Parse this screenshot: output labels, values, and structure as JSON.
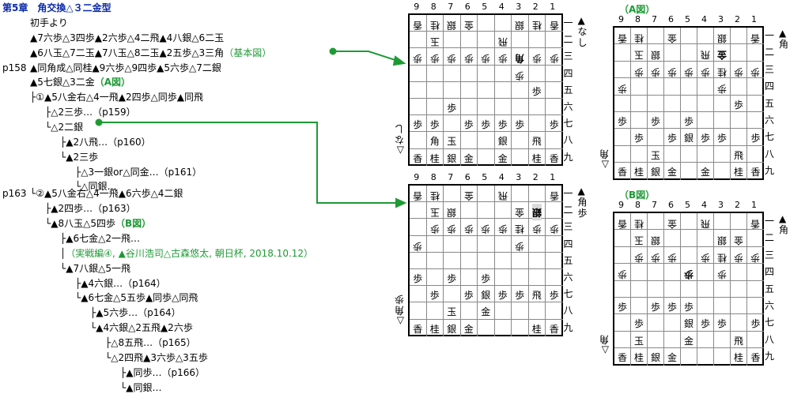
{
  "chapter_title": "第5章　角交換△３二金型",
  "intro": "初手より",
  "moves_line1": "▲7六歩△3四歩▲2六歩△4二飛▲4八銀△6二玉",
  "moves_line2a": "▲6八玉△7二玉▲7八玉△8二玉▲2五歩△3三角",
  "moves_line2b": "（基本図）",
  "page_p158": "p158",
  "moves_line3": "▲同角成△同桂▲9六歩△9四歩▲5六歩△7二銀",
  "moves_line4a": "▲5七銀△3二金",
  "moves_line4b": "（A図）",
  "tree_lines": [
    {
      "indent": 0,
      "text": "├①▲5八金右△4一飛▲2四歩△同歩▲同飛"
    },
    {
      "indent": 1,
      "text": "├△2三歩…（p159）"
    },
    {
      "indent": 1,
      "text": "└△2二銀"
    },
    {
      "indent": 2,
      "text": "├▲2八飛…（p160）"
    },
    {
      "indent": 2,
      "text": "└▲2三歩"
    },
    {
      "indent": 3,
      "text": "├△3一銀or△同金…（p161）"
    },
    {
      "indent": 3,
      "text": "└△同銀…"
    }
  ],
  "page_p163": "p163",
  "branch2": "└②▲5八金右△4一飛▲6六歩△4二銀",
  "tree_lines2": [
    {
      "indent": 1,
      "text": "├▲2四歩…（p163）"
    },
    {
      "indent": 1,
      "text": "└▲8八玉△5四歩",
      "suffix": "（B図）"
    },
    {
      "indent": 2,
      "text": "├▲6七金△2一飛…"
    },
    {
      "indent": 2,
      "text": "│",
      "green": "（実戦編④, ▲谷川浩司△古森悠太, 朝日杯, 2018.10.12）"
    },
    {
      "indent": 2,
      "text": "└▲7八銀△5一飛"
    },
    {
      "indent": 3,
      "text": "├▲4六銀…（p164）"
    },
    {
      "indent": 3,
      "text": "└▲6七金△5五歩▲同歩△同飛"
    },
    {
      "indent": 4,
      "text": "├▲5六歩…（p164）"
    },
    {
      "indent": 4,
      "text": "└▲4六銀△2五飛▲2六歩"
    },
    {
      "indent": 5,
      "text": "├△8五飛…（p165）"
    },
    {
      "indent": 5,
      "text": "└△2四飛▲3六歩△3五歩"
    },
    {
      "indent": 6,
      "text": "├▲同歩…（p166）"
    },
    {
      "indent": 6,
      "text": "└▲同銀…"
    }
  ],
  "files": [
    "9",
    "8",
    "7",
    "6",
    "5",
    "4",
    "3",
    "2",
    "1"
  ],
  "ranks": [
    "一",
    "二",
    "三",
    "四",
    "五",
    "六",
    "七",
    "八",
    "九"
  ],
  "boards": [
    {
      "label": "",
      "black_hand": "▲なし",
      "white_hand": "△なし",
      "pieces": [
        {
          "f": 9,
          "r": 1,
          "p": "香",
          "w": true
        },
        {
          "f": 8,
          "r": 1,
          "p": "桂",
          "w": true
        },
        {
          "f": 7,
          "r": 1,
          "p": "銀",
          "w": true
        },
        {
          "f": 6,
          "r": 1,
          "p": "金",
          "w": true
        },
        {
          "f": 3,
          "r": 1,
          "p": "銀",
          "w": true
        },
        {
          "f": 2,
          "r": 1,
          "p": "桂",
          "w": true
        },
        {
          "f": 1,
          "r": 1,
          "p": "香",
          "w": true
        },
        {
          "f": 8,
          "r": 2,
          "p": "玉",
          "w": true
        },
        {
          "f": 4,
          "r": 2,
          "p": "飛",
          "w": true
        },
        {
          "f": 9,
          "r": 3,
          "p": "歩",
          "w": true
        },
        {
          "f": 8,
          "r": 3,
          "p": "歩",
          "w": true
        },
        {
          "f": 7,
          "r": 3,
          "p": "歩",
          "w": true
        },
        {
          "f": 6,
          "r": 3,
          "p": "歩",
          "w": true
        },
        {
          "f": 5,
          "r": 3,
          "p": "歩",
          "w": true
        },
        {
          "f": 4,
          "r": 3,
          "p": "歩",
          "w": true
        },
        {
          "f": 3,
          "r": 3,
          "p": "角",
          "w": true,
          "bold": true
        },
        {
          "f": 2,
          "r": 3,
          "p": "歩",
          "w": true
        },
        {
          "f": 1,
          "r": 3,
          "p": "歩",
          "w": true
        },
        {
          "f": 3,
          "r": 4,
          "p": "歩",
          "w": true
        },
        {
          "f": 2,
          "r": 5,
          "p": "歩",
          "w": false
        },
        {
          "f": 7,
          "r": 6,
          "p": "歩",
          "w": false
        },
        {
          "f": 9,
          "r": 7,
          "p": "歩",
          "w": false
        },
        {
          "f": 8,
          "r": 7,
          "p": "歩",
          "w": false
        },
        {
          "f": 6,
          "r": 7,
          "p": "歩",
          "w": false
        },
        {
          "f": 5,
          "r": 7,
          "p": "歩",
          "w": false
        },
        {
          "f": 4,
          "r": 7,
          "p": "歩",
          "w": false
        },
        {
          "f": 3,
          "r": 7,
          "p": "歩",
          "w": false
        },
        {
          "f": 1,
          "r": 7,
          "p": "歩",
          "w": false
        },
        {
          "f": 8,
          "r": 8,
          "p": "角",
          "w": false
        },
        {
          "f": 7,
          "r": 8,
          "p": "玉",
          "w": false
        },
        {
          "f": 4,
          "r": 8,
          "p": "銀",
          "w": false
        },
        {
          "f": 2,
          "r": 8,
          "p": "飛",
          "w": false
        },
        {
          "f": 9,
          "r": 9,
          "p": "香",
          "w": false
        },
        {
          "f": 8,
          "r": 9,
          "p": "桂",
          "w": false
        },
        {
          "f": 7,
          "r": 9,
          "p": "銀",
          "w": false
        },
        {
          "f": 6,
          "r": 9,
          "p": "金",
          "w": false
        },
        {
          "f": 4,
          "r": 9,
          "p": "金",
          "w": false
        },
        {
          "f": 2,
          "r": 9,
          "p": "桂",
          "w": false
        },
        {
          "f": 1,
          "r": 9,
          "p": "香",
          "w": false
        }
      ]
    },
    {
      "label": "（A図）",
      "black_hand": "▲角",
      "white_hand": "△角",
      "pieces": [
        {
          "f": 9,
          "r": 1,
          "p": "香",
          "w": true
        },
        {
          "f": 8,
          "r": 1,
          "p": "桂",
          "w": true
        },
        {
          "f": 6,
          "r": 1,
          "p": "金",
          "w": true
        },
        {
          "f": 3,
          "r": 1,
          "p": "銀",
          "w": true
        },
        {
          "f": 1,
          "r": 1,
          "p": "香",
          "w": true
        },
        {
          "f": 8,
          "r": 2,
          "p": "玉",
          "w": true
        },
        {
          "f": 7,
          "r": 2,
          "p": "銀",
          "w": true
        },
        {
          "f": 4,
          "r": 2,
          "p": "飛",
          "w": true
        },
        {
          "f": 3,
          "r": 2,
          "p": "金",
          "w": true,
          "bold": true
        },
        {
          "f": 8,
          "r": 3,
          "p": "歩",
          "w": true
        },
        {
          "f": 7,
          "r": 3,
          "p": "歩",
          "w": true
        },
        {
          "f": 6,
          "r": 3,
          "p": "歩",
          "w": true
        },
        {
          "f": 5,
          "r": 3,
          "p": "歩",
          "w": true
        },
        {
          "f": 4,
          "r": 3,
          "p": "歩",
          "w": true
        },
        {
          "f": 3,
          "r": 3,
          "p": "桂",
          "w": true
        },
        {
          "f": 2,
          "r": 3,
          "p": "歩",
          "w": true
        },
        {
          "f": 1,
          "r": 3,
          "p": "歩",
          "w": true
        },
        {
          "f": 9,
          "r": 4,
          "p": "歩",
          "w": true
        },
        {
          "f": 3,
          "r": 4,
          "p": "歩",
          "w": true
        },
        {
          "f": 2,
          "r": 5,
          "p": "歩",
          "w": false
        },
        {
          "f": 9,
          "r": 6,
          "p": "歩",
          "w": false
        },
        {
          "f": 7,
          "r": 6,
          "p": "歩",
          "w": false
        },
        {
          "f": 5,
          "r": 6,
          "p": "歩",
          "w": false
        },
        {
          "f": 8,
          "r": 7,
          "p": "歩",
          "w": false
        },
        {
          "f": 6,
          "r": 7,
          "p": "歩",
          "w": false
        },
        {
          "f": 5,
          "r": 7,
          "p": "銀",
          "w": false
        },
        {
          "f": 4,
          "r": 7,
          "p": "歩",
          "w": false
        },
        {
          "f": 3,
          "r": 7,
          "p": "歩",
          "w": false
        },
        {
          "f": 1,
          "r": 7,
          "p": "歩",
          "w": false
        },
        {
          "f": 7,
          "r": 8,
          "p": "玉",
          "w": false
        },
        {
          "f": 2,
          "r": 8,
          "p": "飛",
          "w": false
        },
        {
          "f": 9,
          "r": 9,
          "p": "香",
          "w": false
        },
        {
          "f": 8,
          "r": 9,
          "p": "桂",
          "w": false
        },
        {
          "f": 7,
          "r": 9,
          "p": "銀",
          "w": false
        },
        {
          "f": 6,
          "r": 9,
          "p": "金",
          "w": false
        },
        {
          "f": 4,
          "r": 9,
          "p": "金",
          "w": false
        },
        {
          "f": 2,
          "r": 9,
          "p": "桂",
          "w": false
        },
        {
          "f": 1,
          "r": 9,
          "p": "香",
          "w": false
        }
      ]
    },
    {
      "label": "",
      "black_hand": "▲角歩",
      "white_hand": "△角歩",
      "pieces": [
        {
          "f": 9,
          "r": 1,
          "p": "香",
          "w": true
        },
        {
          "f": 8,
          "r": 1,
          "p": "桂",
          "w": true
        },
        {
          "f": 6,
          "r": 1,
          "p": "金",
          "w": true
        },
        {
          "f": 4,
          "r": 1,
          "p": "飛",
          "w": true
        },
        {
          "f": 1,
          "r": 1,
          "p": "香",
          "w": true
        },
        {
          "f": 8,
          "r": 2,
          "p": "玉",
          "w": true
        },
        {
          "f": 7,
          "r": 2,
          "p": "銀",
          "w": true
        },
        {
          "f": 3,
          "r": 2,
          "p": "金",
          "w": true
        },
        {
          "f": 2,
          "r": 2,
          "p": "銀",
          "w": true,
          "bold": true,
          "hl": true
        },
        {
          "f": 8,
          "r": 3,
          "p": "歩",
          "w": true
        },
        {
          "f": 7,
          "r": 3,
          "p": "歩",
          "w": true
        },
        {
          "f": 6,
          "r": 3,
          "p": "歩",
          "w": true
        },
        {
          "f": 5,
          "r": 3,
          "p": "歩",
          "w": true
        },
        {
          "f": 4,
          "r": 3,
          "p": "歩",
          "w": true
        },
        {
          "f": 3,
          "r": 3,
          "p": "桂",
          "w": true
        },
        {
          "f": 2,
          "r": 3,
          "p": "歩",
          "w": true
        },
        {
          "f": 1,
          "r": 3,
          "p": "歩",
          "w": true
        },
        {
          "f": 9,
          "r": 4,
          "p": "歩",
          "w": true
        },
        {
          "f": 3,
          "r": 4,
          "p": "歩",
          "w": true
        },
        {
          "f": 9,
          "r": 6,
          "p": "歩",
          "w": false
        },
        {
          "f": 7,
          "r": 6,
          "p": "歩",
          "w": false
        },
        {
          "f": 5,
          "r": 6,
          "p": "歩",
          "w": false
        },
        {
          "f": 8,
          "r": 7,
          "p": "歩",
          "w": false
        },
        {
          "f": 6,
          "r": 7,
          "p": "歩",
          "w": false
        },
        {
          "f": 5,
          "r": 7,
          "p": "銀",
          "w": false
        },
        {
          "f": 4,
          "r": 7,
          "p": "歩",
          "w": false
        },
        {
          "f": 3,
          "r": 7,
          "p": "歩",
          "w": false
        },
        {
          "f": 2,
          "r": 7,
          "p": "飛",
          "w": false
        },
        {
          "f": 1,
          "r": 7,
          "p": "歩",
          "w": false
        },
        {
          "f": 7,
          "r": 8,
          "p": "玉",
          "w": false
        },
        {
          "f": 5,
          "r": 8,
          "p": "金",
          "w": false
        },
        {
          "f": 9,
          "r": 9,
          "p": "香",
          "w": false
        },
        {
          "f": 8,
          "r": 9,
          "p": "桂",
          "w": false
        },
        {
          "f": 7,
          "r": 9,
          "p": "銀",
          "w": false
        },
        {
          "f": 6,
          "r": 9,
          "p": "金",
          "w": false
        },
        {
          "f": 2,
          "r": 9,
          "p": "桂",
          "w": false
        },
        {
          "f": 1,
          "r": 9,
          "p": "香",
          "w": false
        }
      ]
    },
    {
      "label": "（B図）",
      "black_hand": "▲角",
      "white_hand": "△角",
      "pieces": [
        {
          "f": 9,
          "r": 1,
          "p": "香",
          "w": true
        },
        {
          "f": 8,
          "r": 1,
          "p": "桂",
          "w": true
        },
        {
          "f": 6,
          "r": 1,
          "p": "金",
          "w": true
        },
        {
          "f": 4,
          "r": 1,
          "p": "飛",
          "w": true
        },
        {
          "f": 1,
          "r": 1,
          "p": "香",
          "w": true
        },
        {
          "f": 8,
          "r": 2,
          "p": "玉",
          "w": true
        },
        {
          "f": 7,
          "r": 2,
          "p": "銀",
          "w": true
        },
        {
          "f": 3,
          "r": 2,
          "p": "銀",
          "w": true
        },
        {
          "f": 2,
          "r": 2,
          "p": "金",
          "w": true
        },
        {
          "f": 8,
          "r": 3,
          "p": "歩",
          "w": true
        },
        {
          "f": 7,
          "r": 3,
          "p": "歩",
          "w": true
        },
        {
          "f": 6,
          "r": 3,
          "p": "歩",
          "w": true
        },
        {
          "f": 4,
          "r": 3,
          "p": "歩",
          "w": true
        },
        {
          "f": 3,
          "r": 3,
          "p": "桂",
          "w": true
        },
        {
          "f": 2,
          "r": 3,
          "p": "歩",
          "w": true
        },
        {
          "f": 1,
          "r": 3,
          "p": "歩",
          "w": true
        },
        {
          "f": 9,
          "r": 4,
          "p": "歩",
          "w": true
        },
        {
          "f": 5,
          "r": 4,
          "p": "歩",
          "w": true,
          "bold": true
        },
        {
          "f": 3,
          "r": 4,
          "p": "歩",
          "w": true
        },
        {
          "f": 9,
          "r": 6,
          "p": "歩",
          "w": false
        },
        {
          "f": 7,
          "r": 6,
          "p": "歩",
          "w": false
        },
        {
          "f": 6,
          "r": 6,
          "p": "歩",
          "w": false
        },
        {
          "f": 5,
          "r": 6,
          "p": "歩",
          "w": false
        },
        {
          "f": 8,
          "r": 7,
          "p": "歩",
          "w": false
        },
        {
          "f": 5,
          "r": 7,
          "p": "銀",
          "w": false
        },
        {
          "f": 4,
          "r": 7,
          "p": "歩",
          "w": false
        },
        {
          "f": 3,
          "r": 7,
          "p": "歩",
          "w": false
        },
        {
          "f": 1,
          "r": 7,
          "p": "歩",
          "w": false
        },
        {
          "f": 8,
          "r": 8,
          "p": "玉",
          "w": false
        },
        {
          "f": 5,
          "r": 8,
          "p": "金",
          "w": false
        },
        {
          "f": 2,
          "r": 8,
          "p": "飛",
          "w": false
        },
        {
          "f": 9,
          "r": 9,
          "p": "香",
          "w": false
        },
        {
          "f": 8,
          "r": 9,
          "p": "桂",
          "w": false
        },
        {
          "f": 7,
          "r": 9,
          "p": "銀",
          "w": false
        },
        {
          "f": 6,
          "r": 9,
          "p": "金",
          "w": false
        },
        {
          "f": 2,
          "r": 9,
          "p": "桂",
          "w": false
        },
        {
          "f": 1,
          "r": 9,
          "p": "香",
          "w": false
        }
      ]
    }
  ],
  "colors": {
    "header": "#0a2aa8",
    "accent": "#1e9a35"
  }
}
